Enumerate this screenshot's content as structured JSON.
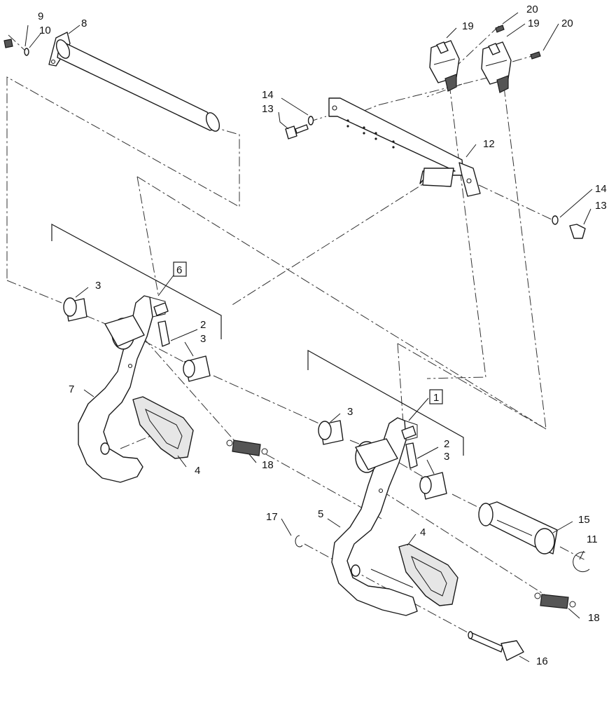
{
  "callouts": {
    "c1": "1",
    "c2a": "2",
    "c2b": "2",
    "c3a": "3",
    "c3b": "3",
    "c3c": "3",
    "c3d": "3",
    "c4a": "4",
    "c4b": "4",
    "c5": "5",
    "c6": "6",
    "c7": "7",
    "c8": "8",
    "c9": "9",
    "c10": "10",
    "c11": "11",
    "c12": "12",
    "c13a": "13",
    "c13b": "13",
    "c14a": "14",
    "c14b": "14",
    "c15": "15",
    "c16": "16",
    "c17": "17",
    "c18a": "18",
    "c18b": "18",
    "c19a": "19",
    "c19b": "19",
    "c20a": "20",
    "c20b": "20"
  },
  "colors": {
    "line": "#1a1a1a",
    "pad_shade": "#e6e6e6",
    "spring": "#555555"
  }
}
